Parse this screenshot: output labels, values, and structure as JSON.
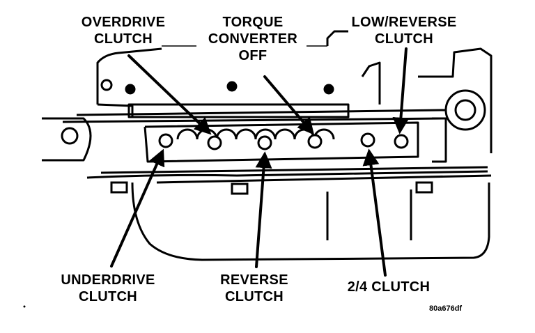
{
  "labels": {
    "overdrive": [
      "OVERDRIVE",
      "CLUTCH"
    ],
    "torque": [
      "TORQUE",
      "CONVERTER",
      "OFF"
    ],
    "lowrev": [
      "LOW/REVERSE",
      "CLUTCH"
    ],
    "underdrive": [
      "UNDERDRIVE",
      "CLUTCH"
    ],
    "reverse": [
      "REVERSE",
      "CLUTCH"
    ],
    "twofour": [
      "2/4 CLUTCH"
    ]
  },
  "figure_code": "80a676df",
  "colors": {
    "ink": "#000000",
    "paper": "#ffffff"
  }
}
